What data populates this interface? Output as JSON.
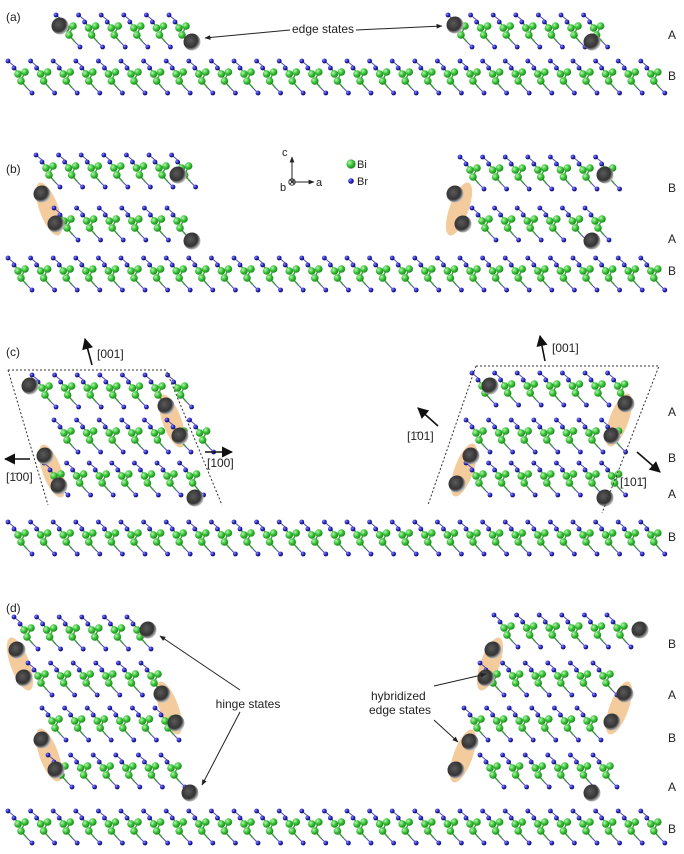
{
  "panels": {
    "a": {
      "label": "(a)",
      "annotation": "edge states",
      "layers": [
        "A",
        "B"
      ]
    },
    "b": {
      "label": "(b)",
      "layers": [
        "B",
        "A",
        "B"
      ]
    },
    "c": {
      "label": "(c)",
      "layers": [
        "A",
        "B",
        "A",
        "B"
      ],
      "directions": {
        "d001_left": "[001]",
        "d100bar": "[1̄00]",
        "d100": "[100]",
        "d001_right": "[001]",
        "d101bar": "[1̄01]",
        "d101": "[101̄]"
      }
    },
    "d": {
      "label": "(d)",
      "layers": [
        "B",
        "A",
        "B",
        "A",
        "B"
      ],
      "hinge_label": "hinge states",
      "hybrid_label": "hybridized\nedge states"
    }
  },
  "axes": {
    "c": "c",
    "b": "b",
    "a": "a"
  },
  "legend": [
    {
      "symbol": "Bi",
      "color": "#3ac43a"
    },
    {
      "symbol": "Br",
      "color": "#2222bb"
    }
  ],
  "colors": {
    "bi": "#3ac43a",
    "br": "#2222bb",
    "bond": "#3a9a3a",
    "edge_state": "#3d3d3d",
    "halo": "#f3c592"
  }
}
